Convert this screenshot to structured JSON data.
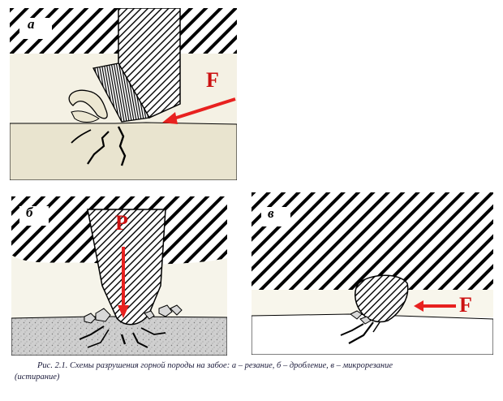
{
  "panels": {
    "a": {
      "letter": "а",
      "force": "F"
    },
    "b": {
      "letter": "б",
      "force": "P"
    },
    "c": {
      "letter": "в",
      "force": "F"
    }
  },
  "caption": {
    "line1": "Рис. 2.1. Схемы разрушения горной породы на забое: а – резание, б – дробление,  в – микрорезание",
    "line2": "(истирание)"
  },
  "colors": {
    "rock": "#e9e4cf",
    "rock_b": "#d0d0d0",
    "arrow": "#e8211f",
    "force_text": "#cc1111",
    "hatch": "#000000"
  }
}
